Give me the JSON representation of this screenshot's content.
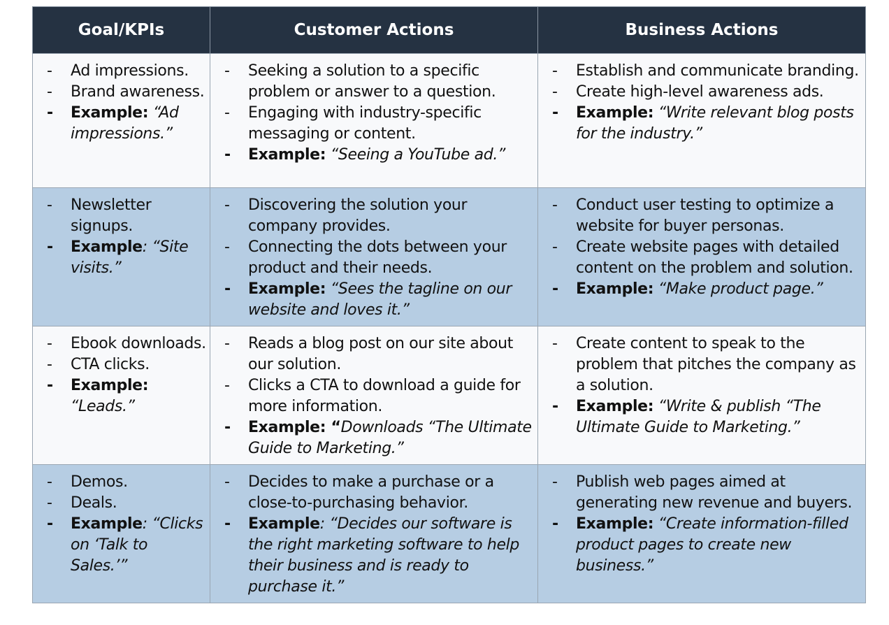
{
  "headers": [
    "Goal/KPIs",
    "Customer Actions",
    "Business Actions"
  ],
  "rows": [
    {
      "goal": {
        "items": [
          "Ad impressions.",
          "Brand awareness."
        ],
        "example_label": "Example:",
        "example_text": "“Ad impressions.”"
      },
      "customer": {
        "items": [
          "Seeking a solution to a specific problem or answer to a question.",
          "Engaging with industry-specific messaging or content."
        ],
        "example_label": "Example:",
        "example_text": "“Seeing a YouTube ad.”"
      },
      "business": {
        "items": [
          "Establish and communicate branding.",
          "Create high-level awareness ads."
        ],
        "example_label": "Example:",
        "example_text": "“Write relevant blog posts for the industry.”"
      }
    },
    {
      "goal": {
        "items": [
          "Newsletter signups."
        ],
        "example_label": "Example",
        "example_text": ": “Site visits.”"
      },
      "customer": {
        "items": [
          "Discovering the solution your company provides.",
          "Connecting the dots between your product and their needs."
        ],
        "example_label": "Example:",
        "example_text": "“Sees the tagline on our website and loves it.”"
      },
      "business": {
        "items": [
          "Conduct user testing to optimize a website  for buyer personas.",
          "Create website pages with detailed content on the problem and solution."
        ],
        "example_label": "Example:",
        "example_text": "“Make product page.”"
      }
    },
    {
      "goal": {
        "items": [
          "Ebook downloads.",
          "CTA clicks."
        ],
        "example_label": "Example:",
        "example_text": "“Leads.”"
      },
      "customer": {
        "items": [
          "Reads a blog post on our site about our solution.",
          "Clicks a CTA to download a guide for more information."
        ],
        "example_label": "Example: “",
        "example_text": "Downloads “The Ultimate Guide to Marketing.”"
      },
      "business": {
        "items": [
          "Create content to speak to the problem that pitches the company as a solution."
        ],
        "example_label": "Example:",
        "example_text": "“Write & publish “The Ultimate Guide to Marketing.”"
      }
    },
    {
      "goal": {
        "items": [
          "Demos.",
          "Deals."
        ],
        "example_label": "Example",
        "example_text": ": “Clicks on ‘Talk to Sales.’”"
      },
      "customer": {
        "items": [
          "Decides to make a purchase or a close-to-purchasing behavior."
        ],
        "example_label": "Example",
        "example_text": ": “Decides our software is the right marketing software to help their business and is ready to purchase it.”"
      },
      "business": {
        "items": [
          "Publish web pages aimed at generating new revenue and buyers."
        ],
        "example_label": "Example:",
        "example_text": "“Create information-filled product pages to create new business.”"
      }
    }
  ],
  "bullet": "-",
  "colors": {
    "header_bg": "#253242",
    "header_text": "#ffffff",
    "row_white": "#f8f9fb",
    "row_blue": "#b6cde3"
  }
}
